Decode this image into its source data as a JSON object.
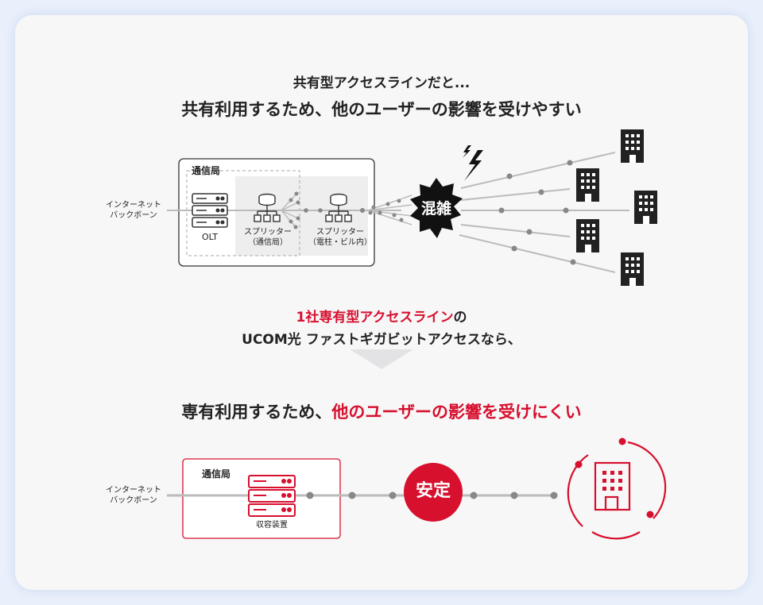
{
  "top": {
    "line1": "共有型アクセスラインだと...",
    "line2": "共有利用するため、他のユーザーの影響を受けやすい",
    "station_label": "通信局",
    "internet_label_1": "インターネット",
    "internet_label_2": "バックボーン",
    "olt_label": "OLT",
    "splitter1_label_1": "スプリッター",
    "splitter1_label_2": "（通信局）",
    "splitter2_label_1": "スプリッター",
    "splitter2_label_2": "（電柱・ビル内）",
    "congestion_label": "混雑"
  },
  "middle": {
    "line1_red": "1社専有型アクセスライン",
    "line1_tail": "の",
    "line2": "UCOM光 ファストギガビットアクセスなら、"
  },
  "bottom": {
    "headline_black": "専有利用するため、",
    "headline_red": "他のユーザーの影響を受けにくい",
    "station_label": "通信局",
    "internet_label_1": "インターネット",
    "internet_label_2": "バックボーン",
    "device_label": "収容装置",
    "stable_label": "安定"
  },
  "colors": {
    "accent": "#d7102e",
    "line": "#bbbbbb",
    "dot": "#888888"
  },
  "icons": [
    "server-icon",
    "splitter-icon",
    "lightning-icon",
    "building-icon",
    "congestion-burst-icon"
  ]
}
